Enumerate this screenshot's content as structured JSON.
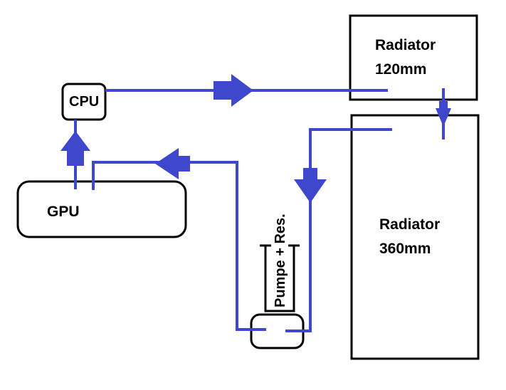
{
  "colors": {
    "tube": "#3f48cc",
    "outline": "#000000",
    "background": "#ffffff"
  },
  "components": {
    "cpu": {
      "label": "CPU"
    },
    "gpu": {
      "label": "GPU"
    },
    "radiator_small": {
      "line1": "Radiator",
      "line2": "120mm"
    },
    "radiator_large": {
      "line1": "Radiator",
      "line2": "360mm"
    },
    "pump": {
      "label": "Pumpe + Res."
    }
  },
  "flow": {
    "arrows": [
      {
        "name": "cpu-to-radiator-arrow",
        "direction": "right"
      },
      {
        "name": "radiator-to-radiator-arrow",
        "direction": "down"
      },
      {
        "name": "radiator-to-pump-arrow",
        "direction": "down"
      },
      {
        "name": "pump-to-gpu-arrow",
        "direction": "left"
      },
      {
        "name": "gpu-to-cpu-arrow",
        "direction": "up"
      }
    ]
  }
}
